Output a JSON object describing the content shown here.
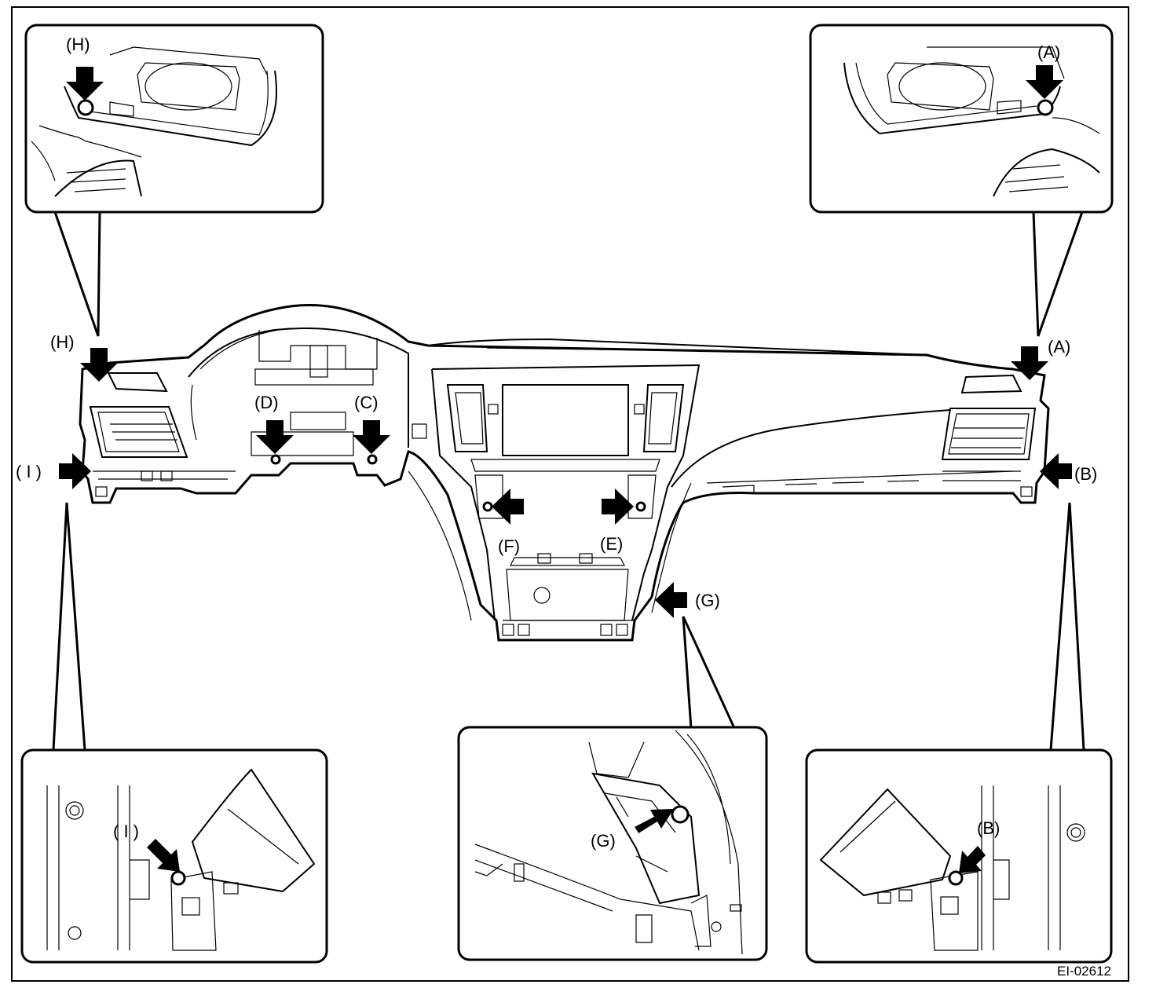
{
  "figure_code": "EI-02612",
  "callouts": {
    "A": "(A)",
    "B": "(B)",
    "C": "(C)",
    "D": "(D)",
    "E": "(E)",
    "F": "(F)",
    "G": "(G)",
    "H": "(H)",
    "I": "( I )"
  }
}
